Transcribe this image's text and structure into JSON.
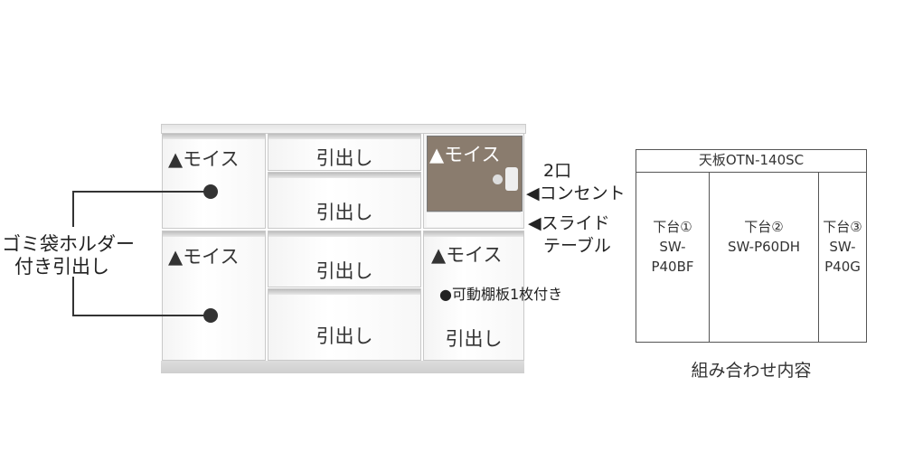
{
  "cabinet": {
    "moisu": "▲モイス",
    "drawer": "引出し",
    "shelf_note": "●可動棚板1枚付き"
  },
  "callouts": {
    "left_line1": "ゴミ袋ホルダー",
    "left_line2": "付き引出し",
    "outlet_line1": "2口",
    "outlet_line2": "◀コンセント",
    "slide_line1": "◀スライド",
    "slide_line2": "テーブル"
  },
  "table": {
    "header": "天板OTN-140SC",
    "cells": [
      {
        "label": "下台①",
        "model1": "SW-",
        "model2": "P40BF"
      },
      {
        "label": "下台②",
        "model1": "SW-P60DH",
        "model2": ""
      },
      {
        "label": "下台③",
        "model1": "SW-",
        "model2": "P40G"
      }
    ],
    "caption": "組み合わせ内容"
  },
  "colors": {
    "microwave_bg": "#8a7c6e"
  }
}
